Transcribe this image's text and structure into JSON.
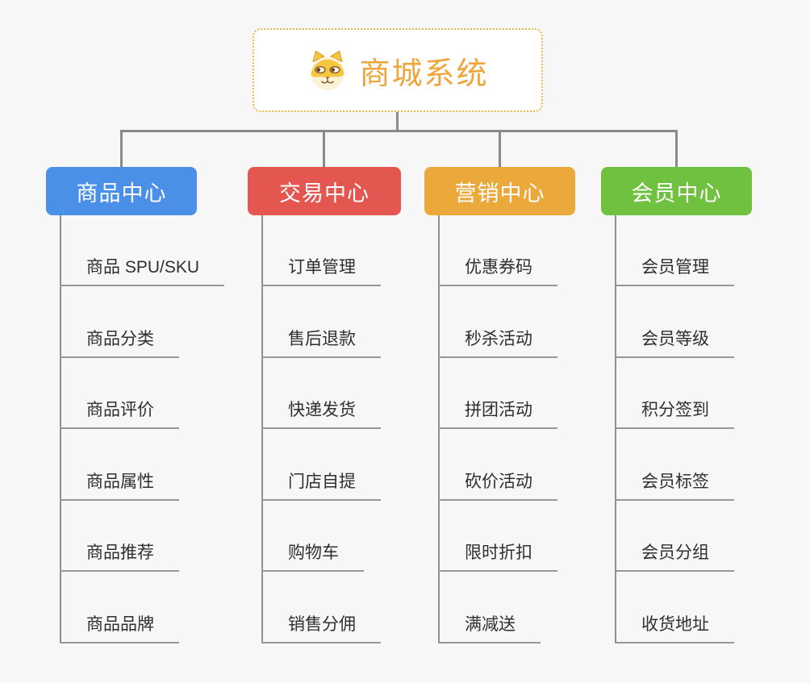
{
  "root": {
    "title": "商城系统",
    "icon": "doge-face",
    "text_color": "#eda63b",
    "border_color": "#f4b44a"
  },
  "branches": [
    {
      "label": "商品中心",
      "color": "#4a90e8",
      "children": [
        "商品 SPU/SKU",
        "商品分类",
        "商品评价",
        "商品属性",
        "商品推荐",
        "商品品牌"
      ]
    },
    {
      "label": "交易中心",
      "color": "#e45750",
      "children": [
        "订单管理",
        "售后退款",
        "快递发货",
        "门店自提",
        "购物车",
        "销售分佣"
      ]
    },
    {
      "label": "营销中心",
      "color": "#eba93c",
      "children": [
        "优惠券码",
        "秒杀活动",
        "拼团活动",
        "砍价活动",
        "限时折扣",
        "满减送"
      ]
    },
    {
      "label": "会员中心",
      "color": "#6fc13f",
      "children": [
        "会员管理",
        "会员等级",
        "积分签到",
        "会员标签",
        "会员分组",
        "收货地址"
      ]
    }
  ],
  "style": {
    "background": "#f7f7f7",
    "connector_color": "#8a8a8a",
    "child_underline_color": "#979797",
    "child_text_color": "#2f2f2f"
  }
}
